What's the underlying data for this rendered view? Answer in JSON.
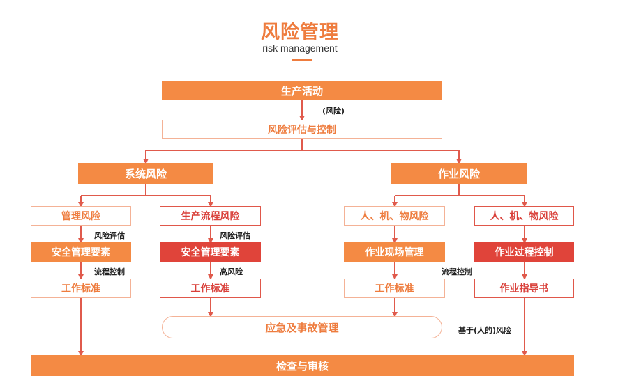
{
  "header": {
    "title": "风险管理",
    "subtitle": "risk management"
  },
  "nodes": {
    "production": "生产活动",
    "risk_note": "(风险)",
    "assessment": "风险评估与控制",
    "system_risk": "系统风险",
    "work_risk": "作业风险",
    "mgmt_risk": "管理风险",
    "process_risk": "生产流程风险",
    "hmm_risk_1": "人、机、物风险",
    "hmm_risk_2": "人、机、物风险",
    "safety_elements_1": "安全管理要素",
    "safety_elements_2": "安全管理要素",
    "site_mgmt": "作业现场管理",
    "process_control_box": "作业过程控制",
    "work_std_1": "工作标准",
    "work_std_2": "工作标准",
    "work_std_3": "工作标准",
    "work_guide": "作业指导书",
    "emergency": "应急及事故管理",
    "inspection": "检查与审核"
  },
  "edge_labels": {
    "risk_assess_1": "风险评估",
    "risk_assess_2": "风险评估",
    "flow_control_1": "流程控制",
    "high_risk": "高风险",
    "flow_control_2": "流程控制",
    "human_based": "基于(人的)风险"
  },
  "colors": {
    "accent": "#f48a44",
    "accent_red": "#e0443a",
    "outline": "#f4b296",
    "arrow": "#e05a4c"
  }
}
